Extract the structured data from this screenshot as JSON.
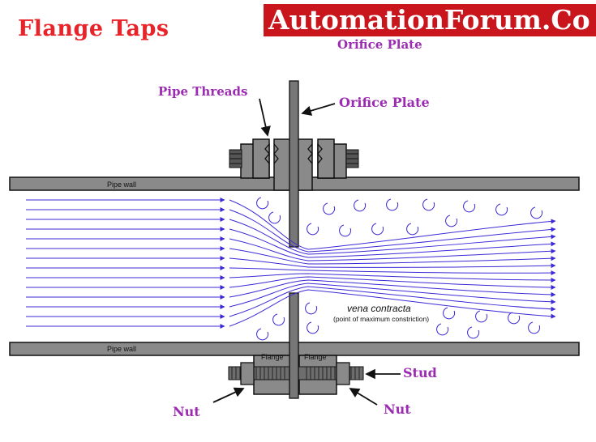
{
  "title": "Flange Taps",
  "banner": "AutomationForum.Co",
  "subtitle": "Orifice Plate",
  "labels": {
    "pipe_threads": "Pipe Threads",
    "orifice_plate": "Orifice Plate",
    "stud": "Stud",
    "nut_left": "Nut",
    "nut_right": "Nut",
    "pipe_wall_top": "Pipe wall",
    "pipe_wall_bottom": "Pipe wall",
    "flange_left": "Flange",
    "flange_right": "Flange",
    "vena_contracta": "vena contracta",
    "vena_note": "(point of maximum constriction)"
  },
  "colors": {
    "title": "#e8242a",
    "banner_bg": "#c9161d",
    "callout": "#9b2bb0",
    "flow": "#3b2ad6",
    "metal": "#8a8a8a"
  }
}
